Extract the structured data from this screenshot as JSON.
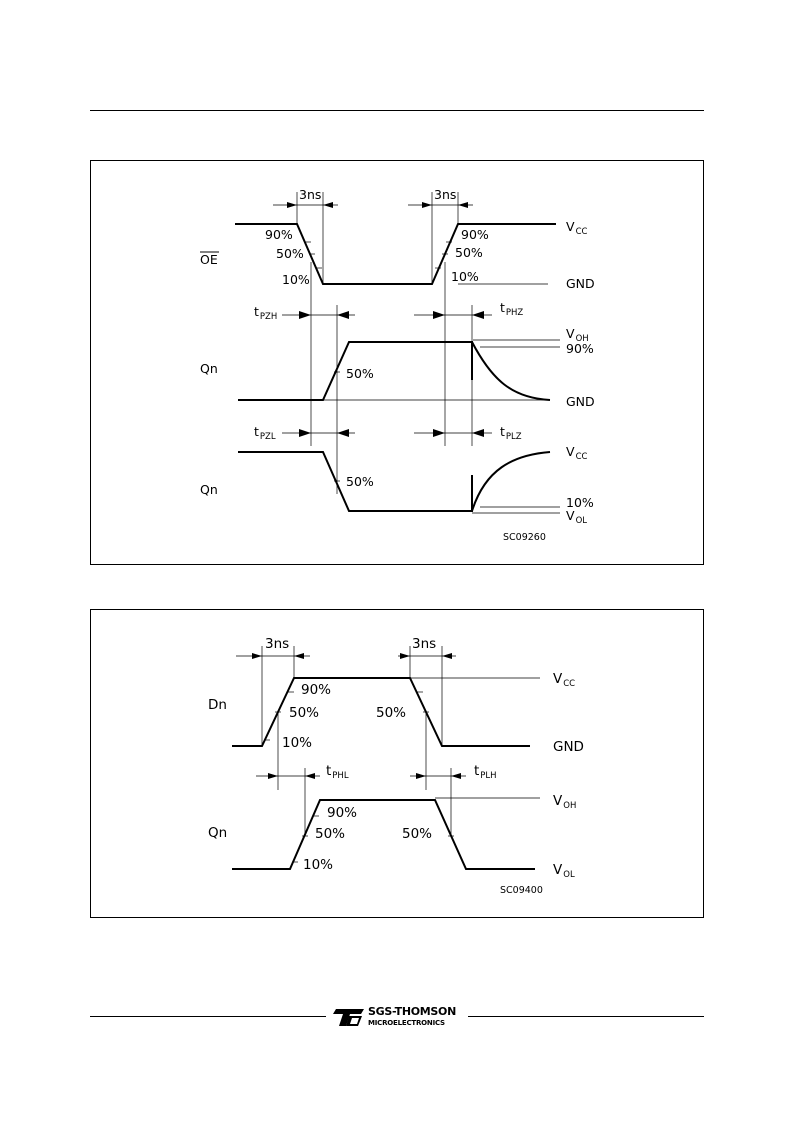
{
  "figure1": {
    "code": "SC09260",
    "signals": {
      "oe": "OE",
      "qn1": "Qn",
      "qn2": "Qn"
    },
    "timing": {
      "rise_fall": "3ns"
    },
    "levels": {
      "vcc_main": "V",
      "vcc_sub": "CC",
      "gnd": "GND",
      "voh_main": "V",
      "voh_sub": "OH",
      "vol_main": "V",
      "vol_sub": "OL"
    },
    "percent": {
      "p90": "90%",
      "p50": "50%",
      "p10": "10%"
    },
    "params": {
      "t": "t",
      "pzh": "PZH",
      "phz": "PHZ",
      "pzl": "PZL",
      "plz": "PLZ"
    }
  },
  "figure2": {
    "code": "SC09400",
    "signals": {
      "dn": "Dn",
      "qn": "Qn"
    },
    "timing": {
      "rise_fall": "3ns"
    },
    "levels": {
      "vcc_main": "V",
      "vcc_sub": "CC",
      "gnd": "GND",
      "voh_main": "V",
      "voh_sub": "OH",
      "vol_main": "V",
      "vol_sub": "OL"
    },
    "percent": {
      "p90": "90%",
      "p50": "50%",
      "p10": "10%"
    },
    "params": {
      "t": "t",
      "phl": "PHL",
      "plh": "PLH"
    }
  },
  "footer": {
    "company": "SGS-THOMSON",
    "division": "MICROELECTRONICS",
    "logo": "st-logo-icon"
  }
}
